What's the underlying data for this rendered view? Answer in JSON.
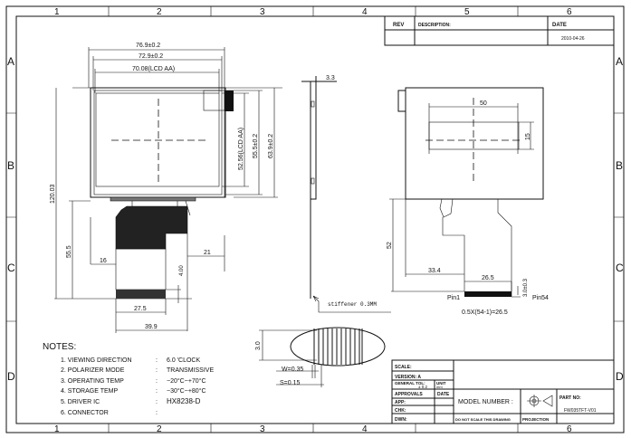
{
  "frame": {
    "columns": [
      "1",
      "2",
      "3",
      "4",
      "5",
      "6"
    ],
    "rows": [
      "A",
      "B",
      "C",
      "D"
    ]
  },
  "revision_table": {
    "rev_label": "REV",
    "description_label": "DESCRIPTION:",
    "date_label": "DATE",
    "date_value": "2010-04-26"
  },
  "front_view": {
    "dim_outer_width": "76.9±0.2",
    "dim_glass_width": "72.9±0.2",
    "dim_aa_width": "70.08(LCD AA)",
    "dim_aa_height": "52.56(LCD AA)",
    "dim_glass_height": "55.5±0.2",
    "dim_outer_height": "63.9±0.2",
    "dim_total_height": "120.03",
    "dim_fpc_length": "55.5",
    "dim_fpc_offset_left": "16",
    "dim_fpc_offset_right": "21",
    "dim_stiffener": "4.00",
    "dim_fpc_tail_width": "27.5",
    "dim_fpc_width": "39.9"
  },
  "side_view": {
    "dim_thickness": "3.3",
    "stiffener_note": "stiffener 0.3MM"
  },
  "back_view": {
    "dim_label_width": "50",
    "dim_label_height": "15",
    "dim_fpc_length": "52",
    "dim_pin_offset": "33.4",
    "dim_pin_span": "26.5",
    "dim_finger_length": "3.0±0.3",
    "pin1": "Pin1",
    "pin54": "Pin54",
    "pitch_formula": "0.5X(54-1)=26.5"
  },
  "pad_detail": {
    "dim_height": "3.0",
    "width": "W=0.35",
    "spacing": "S=0.15"
  },
  "notes": {
    "title": "NOTES:",
    "items": [
      {
        "label": "1. VIEWING   DIRECTION",
        "value": "6.0 'CLOCK"
      },
      {
        "label": "2. POLARIZER MODE",
        "value": "TRANSMISSIVE"
      },
      {
        "label": "3. OPERATING TEMP",
        "value": "−20°C~+70°C"
      },
      {
        "label": "4. STORAGE TEMP",
        "value": "−30°C~+80°C"
      },
      {
        "label": "5. DRIVER IC",
        "value": "HX8238-D"
      },
      {
        "label": "6. CONNECTOR",
        "value": ""
      }
    ]
  },
  "title_block": {
    "scale": "SCALE:",
    "version": "VERSION: A",
    "general_tol": "GENERAL TOL:",
    "tol_value": "± 0.2",
    "unit": "UNIT",
    "unit_value": "mm",
    "approvals": "APPROVALS",
    "date": "DATE",
    "app": "APP:",
    "chk": "CHK:",
    "dwn": "DWN:",
    "model_number": "MODEL NUMBER :",
    "part_no": "PART NO:",
    "part_value": "FW035TFT-V01",
    "do_not_scale": "DO NOT SCALE THIS DRAWING",
    "projection": "PROJECTION"
  }
}
